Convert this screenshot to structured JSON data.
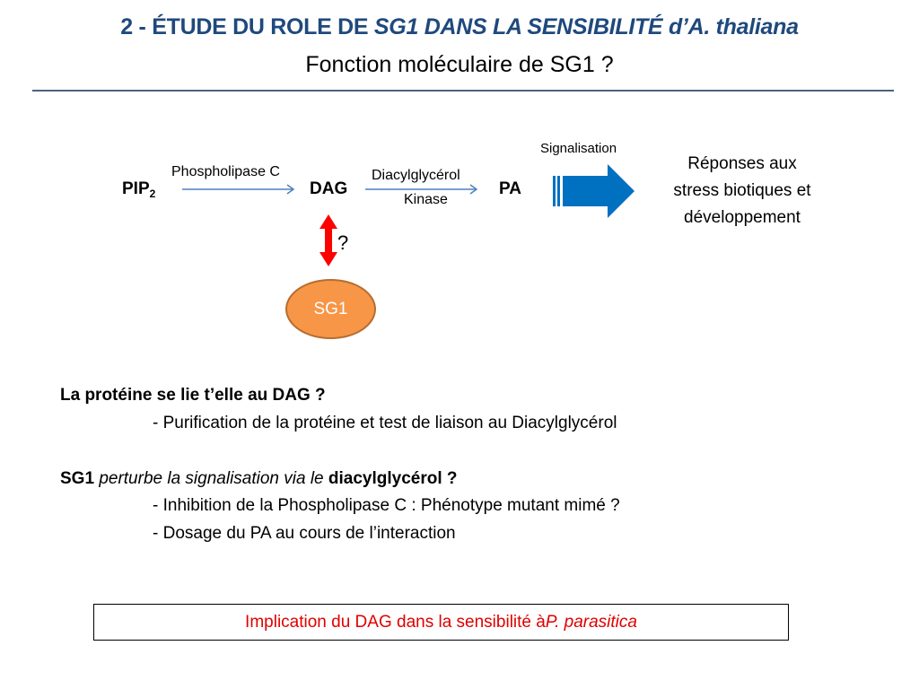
{
  "slide": {
    "title": {
      "prefix": "2 - ÉTUDE DU ROLE DE ",
      "italic_part": "SG1 DANS LA SENSIBILITÉ d’A. thaliana"
    },
    "subtitle": "Fonction moléculaire de SG1 ?",
    "colors": {
      "title": "#1F497D",
      "rule": "#4F6080",
      "thin_arrow": "#4F81BD",
      "block_arrow": "#0070C0",
      "double_arrow": "#FF0000",
      "sg1_fill": "#F79646",
      "sg1_stroke": "#B66D31",
      "conclusion_text": "#E00000"
    }
  },
  "diagram": {
    "pip2": {
      "base": "PIP",
      "subscript": "2"
    },
    "enzyme1": "Phospholipase C",
    "dag": "DAG",
    "enzyme2_line1": "Diacylglycérol",
    "enzyme2_line2": "Kinase",
    "pa": "PA",
    "signal_label": "Signalisation",
    "response_lines": [
      "Réponses aux",
      "stress biotiques et",
      "développement"
    ],
    "question_mark": "?",
    "sg1_label": "SG1"
  },
  "questions": [
    {
      "heading": "La protéine se lie t’elle au DAG ?",
      "items": [
        "- Purification de la protéine et test de liaison au Diacylglycérol"
      ]
    },
    {
      "heading_parts": {
        "bold1": "SG1 ",
        "italic": "perturbe la signalisation via le ",
        "bold2": "diacylglycérol ?"
      },
      "items": [
        "- Inhibition de la Phospholipase C : Phénotype mutant mimé ?",
        "- Dosage du PA au cours de l’interaction"
      ]
    }
  ],
  "conclusion": {
    "text": "Implication du DAG dans la sensibilité à ",
    "italic": "P. parasitica"
  }
}
